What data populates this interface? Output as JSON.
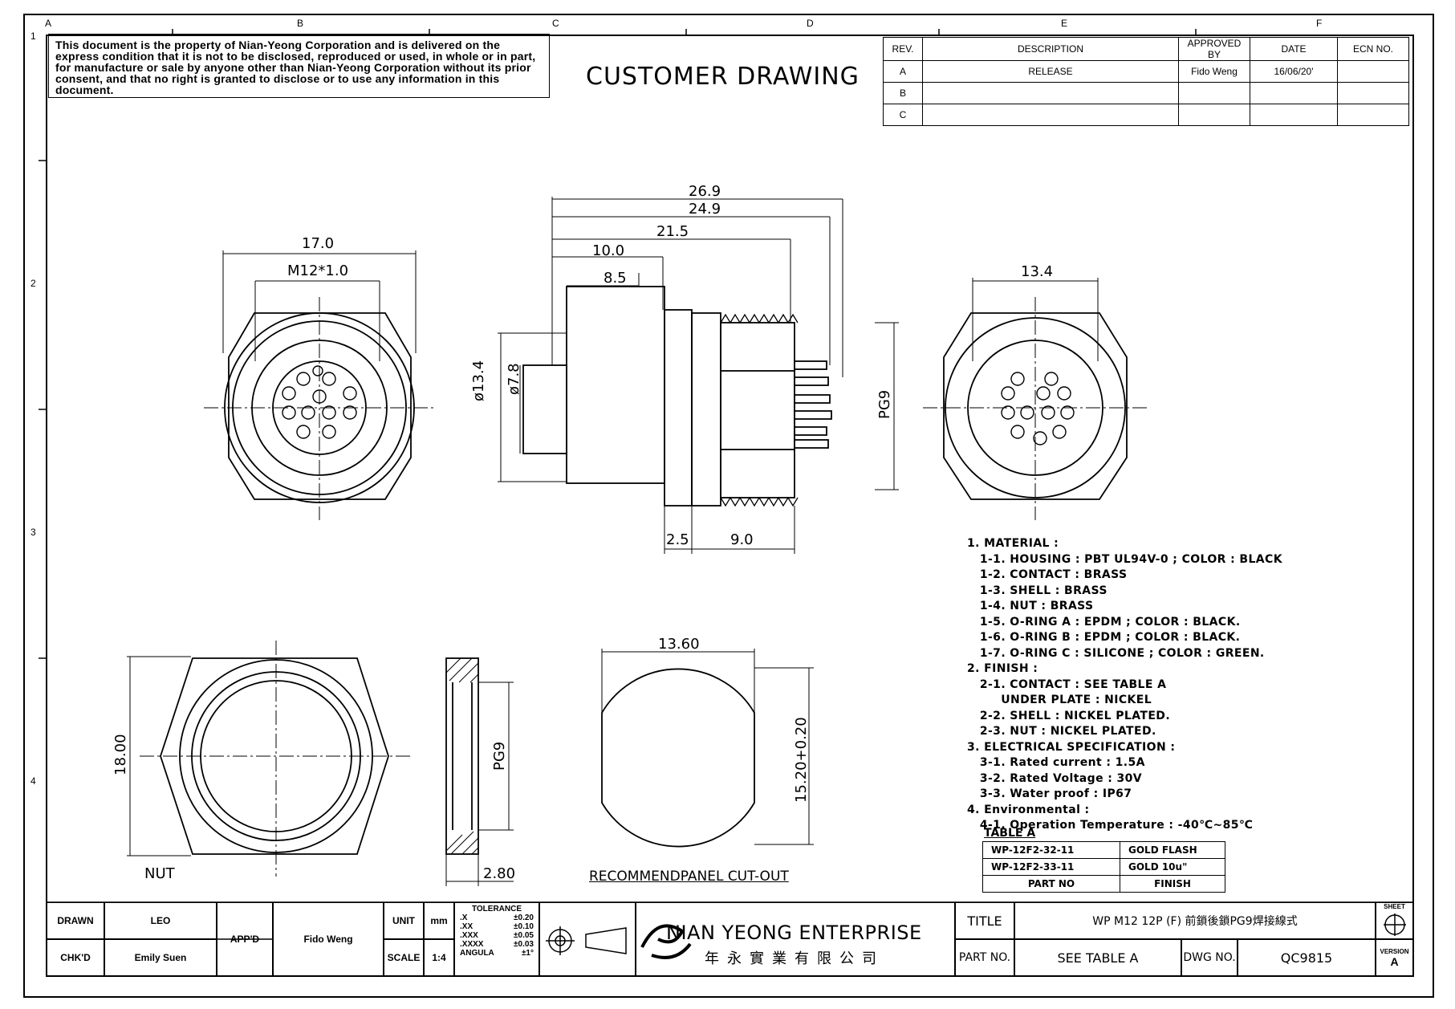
{
  "notice": "This document is the property of Nian-Yeong Corporation and is delivered on the express condition that it is not to be disclosed, reproduced or used, in whole or in part, for manufacture or sale by anyone other than Nian-Yeong Corporation without its prior consent, and that no right is granted to disclose or to use any information in this document.",
  "drawing_title": "CUSTOMER DRAWING",
  "grid_columns": [
    "A",
    "B",
    "C",
    "D",
    "E",
    "F"
  ],
  "grid_rows": [
    "1",
    "2",
    "3",
    "4"
  ],
  "revision_table": {
    "headers": [
      "REV.",
      "DESCRIPTION",
      "APPROVED BY",
      "DATE",
      "ECN NO."
    ],
    "rows": [
      {
        "rev": "A",
        "description": "RELEASE",
        "approved": "Fido Weng",
        "date": "16/06/20'",
        "ecn": ""
      },
      {
        "rev": "B",
        "description": "",
        "approved": "",
        "date": "",
        "ecn": ""
      },
      {
        "rev": "C",
        "description": "",
        "approved": "",
        "date": "",
        "ecn": ""
      }
    ]
  },
  "dimensions": {
    "front_outer": "17.0",
    "front_thread": "M12*1.0",
    "side_total": "26.9",
    "side_249": "24.9",
    "side_215": "21.5",
    "side_100": "10.0",
    "side_85": "8.5",
    "dia_134": "ø13.4",
    "dia_78": "ø7.8",
    "pg9_side": "PG9",
    "side_25": "2.5",
    "side_90": "9.0",
    "rear_width": "13.4",
    "nut_height": "18.00",
    "nut_pg9": "PG9",
    "nut_thick": "2.80",
    "cutout_width": "13.60",
    "cutout_height": "15.20+0.20"
  },
  "labels": {
    "nut": "NUT",
    "cutout": "RECOMMENDPANEL CUT-OUT"
  },
  "notes": [
    "1. MATERIAL :",
    "   1-1. HOUSING : PBT UL94V-0 ; COLOR : BLACK",
    "   1-2. CONTACT : BRASS",
    "   1-3. SHELL : BRASS",
    "   1-4. NUT : BRASS",
    "   1-5. O-RING A : EPDM ; COLOR : BLACK.",
    "   1-6. O-RING B : EPDM ; COLOR : BLACK.",
    "   1-7. O-RING C : SILICONE ; COLOR : GREEN.",
    "2. FINISH :",
    "   2-1. CONTACT : SEE TABLE A",
    "        UNDER PLATE : NICKEL",
    "   2-2. SHELL : NICKEL PLATED.",
    "   2-3. NUT : NICKEL PLATED.",
    "3. ELECTRICAL SPECIFICATION :",
    "   3-1. Rated current : 1.5A",
    "   3-2. Rated Voltage : 30V",
    "   3-3. Water proof : IP67",
    "4. Environmental :",
    "   4-1. Operation Temperature : -40℃~85℃"
  ],
  "table_a": {
    "title": "TABLE A",
    "rows": [
      {
        "part": "WP-12F2-32-11",
        "finish": "GOLD FLASH"
      },
      {
        "part": "WP-12F2-33-11",
        "finish": "GOLD 10u\""
      }
    ],
    "footer": {
      "part": "PART NO",
      "finish": "FINISH"
    }
  },
  "title_block": {
    "drawn_label": "DRAWN",
    "drawn_value": "LEO",
    "chkd_label": "CHK'D",
    "chkd_value": "Emily Suen",
    "appd_label": "APP'D",
    "appd_value": "Fido Weng",
    "unit_label": "UNIT",
    "unit_value": "mm",
    "scale_label": "SCALE",
    "scale_value": "1:4",
    "tolerance_title": "TOLERANCE",
    "tolerance": [
      {
        "k": ".X",
        "v": "±0.20"
      },
      {
        "k": ".XX",
        "v": "±0.10"
      },
      {
        "k": ".XXX",
        "v": "±0.05"
      },
      {
        "k": ".XXXX",
        "v": "±0.03"
      },
      {
        "k": "ANGULA",
        "v": "±1°"
      }
    ],
    "company": "NIAN YEONG ENTERPRISE",
    "company_cn": "年永實業有限公司",
    "title_label": "TITLE",
    "title_value": "WP M12 12P (F) 前鎖後鎖PG9焊接線式",
    "partno_label": "PART NO.",
    "partno_value": "SEE TABLE A",
    "dwgno_label": "DWG NO.",
    "dwgno_value": "QC9815",
    "sheet_label": "SHEET",
    "version_label": "VERSION",
    "version_value": "A"
  }
}
